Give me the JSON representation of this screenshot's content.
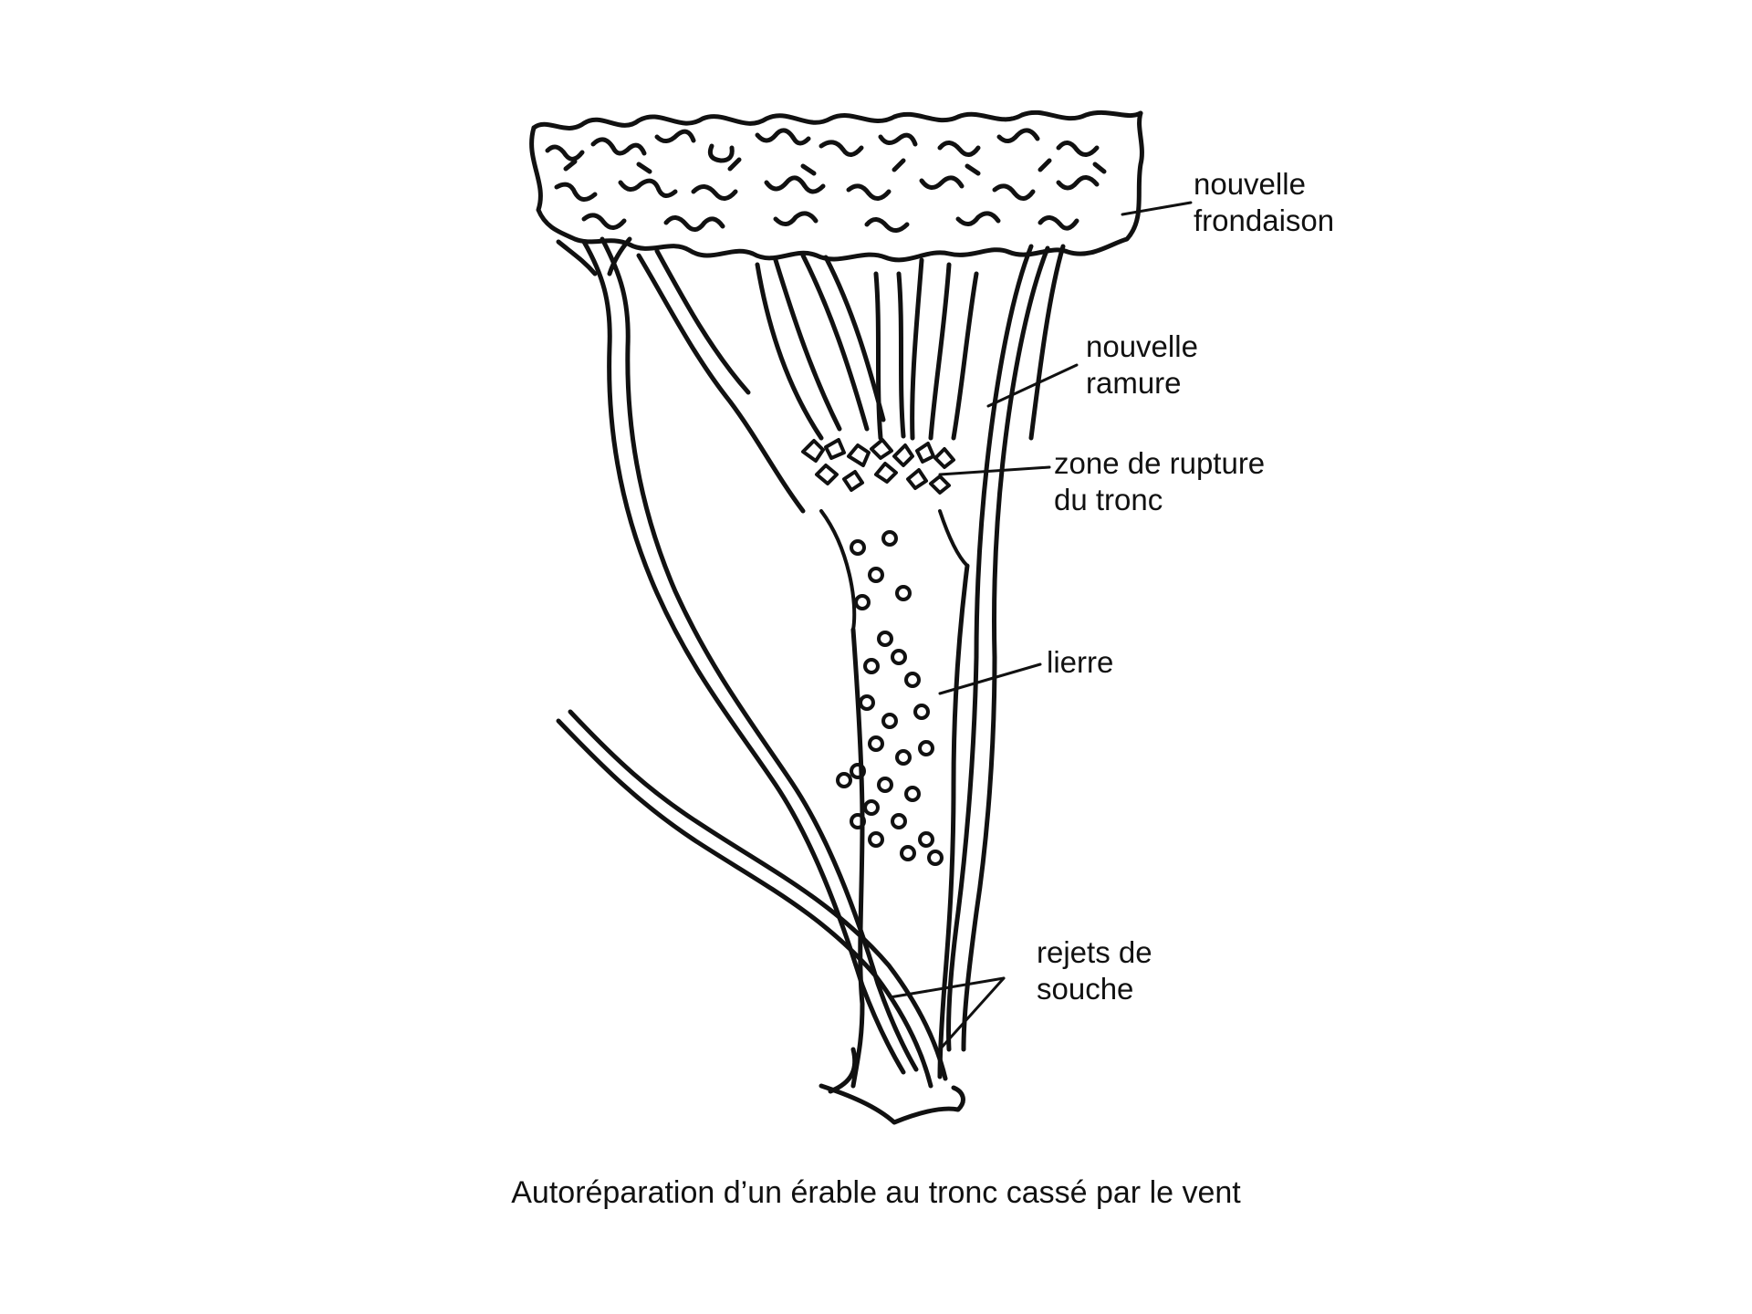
{
  "labels": {
    "frondaison": [
      "nouvelle",
      "frondaison"
    ],
    "ramure": [
      "nouvelle",
      "ramure"
    ],
    "rupture": [
      "zone de rupture",
      "du tronc"
    ],
    "lierre": [
      "lierre"
    ],
    "rejets": [
      "rejets de",
      "souche"
    ]
  },
  "caption": "Autoréparation d’un érable au tronc cassé par le vent",
  "colors": {
    "ink": "#111111",
    "background": "#ffffff"
  }
}
